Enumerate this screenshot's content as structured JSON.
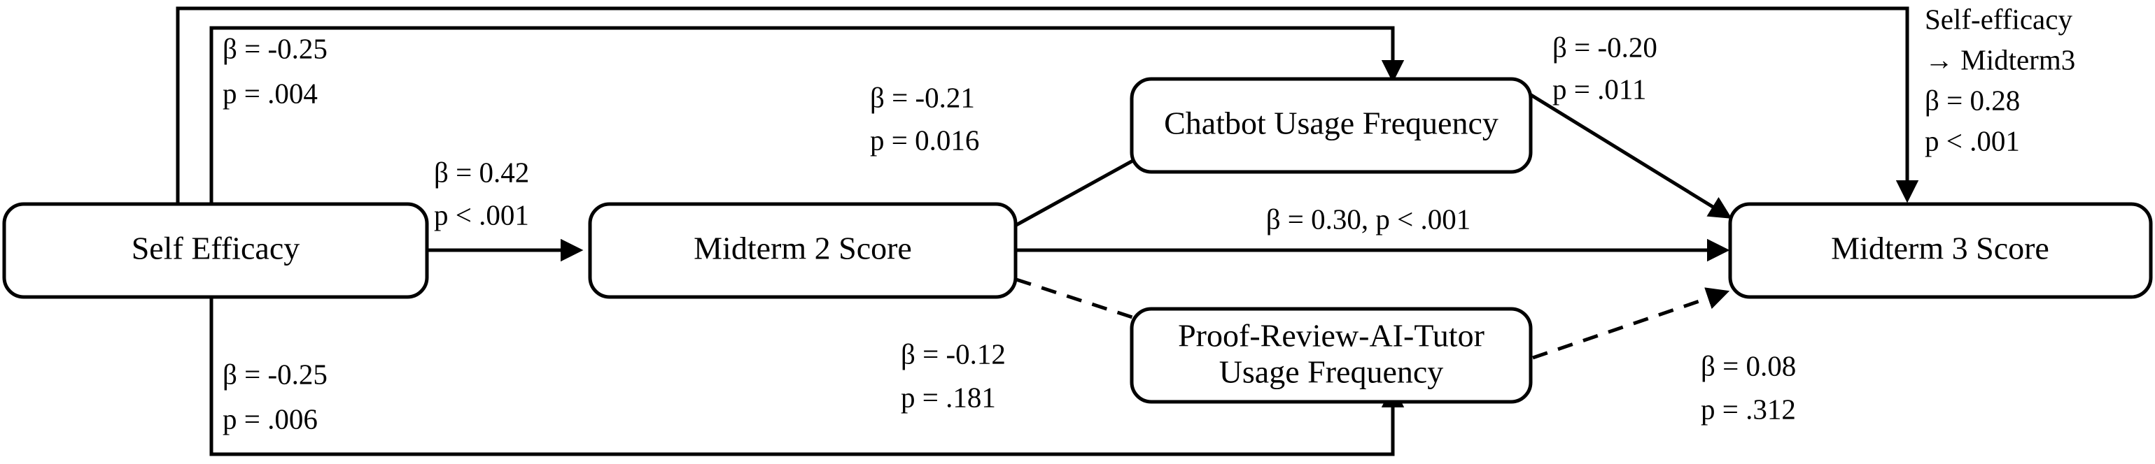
{
  "diagram": {
    "type": "path-analysis-diagram",
    "background_color": "#ffffff",
    "line_color": "#000000",
    "nodes": [
      {
        "id": "self_efficacy",
        "label": "Self Efficacy"
      },
      {
        "id": "midterm2",
        "label": "Midterm 2 Score"
      },
      {
        "id": "chatbot",
        "label": "Chatbot Usage Frequency"
      },
      {
        "id": "proof_tutor_line1",
        "label": "Proof-Review-AI-Tutor"
      },
      {
        "id": "proof_tutor_line2",
        "label": "Usage Frequency"
      },
      {
        "id": "midterm3",
        "label": "Midterm 3 Score"
      }
    ],
    "edges": [
      {
        "id": "se_to_chatbot",
        "from": "self_efficacy",
        "to": "chatbot",
        "style": "solid",
        "beta_label": "β = -0.25",
        "p_label": "p = .004"
      },
      {
        "id": "se_to_midterm2",
        "from": "self_efficacy",
        "to": "midterm2",
        "style": "solid",
        "beta_label": "β = 0.42",
        "p_label": "p < .001"
      },
      {
        "id": "se_to_prooftutor",
        "from": "self_efficacy",
        "to": "proof_tutor",
        "style": "solid",
        "beta_label": "β = -0.25",
        "p_label": "p = .006"
      },
      {
        "id": "se_to_midterm3",
        "from": "self_efficacy",
        "to": "midterm3",
        "style": "solid",
        "title_line1": "Self-efficacy",
        "title_line2": "→ Midterm3",
        "beta_label": "β = 0.28",
        "p_label": "p < .001"
      },
      {
        "id": "midterm2_to_chatbot",
        "from": "midterm2",
        "to": "chatbot",
        "style": "solid",
        "beta_label": "β = -0.21",
        "p_label": "p = 0.016"
      },
      {
        "id": "midterm2_to_midterm3",
        "from": "midterm2",
        "to": "midterm3",
        "style": "solid",
        "combined_label": "β = 0.30, p < .001"
      },
      {
        "id": "midterm2_to_prooftutor",
        "from": "midterm2",
        "to": "proof_tutor",
        "style": "dashed",
        "beta_label": "β = -0.12",
        "p_label": "p = .181"
      },
      {
        "id": "chatbot_to_midterm3",
        "from": "chatbot",
        "to": "midterm3",
        "style": "solid",
        "beta_label": "β = -0.20",
        "p_label": "p = .011"
      },
      {
        "id": "prooftutor_to_midterm3",
        "from": "proof_tutor",
        "to": "midterm3",
        "style": "dashed",
        "beta_label": "β = 0.08",
        "p_label": "p = .312"
      }
    ]
  }
}
